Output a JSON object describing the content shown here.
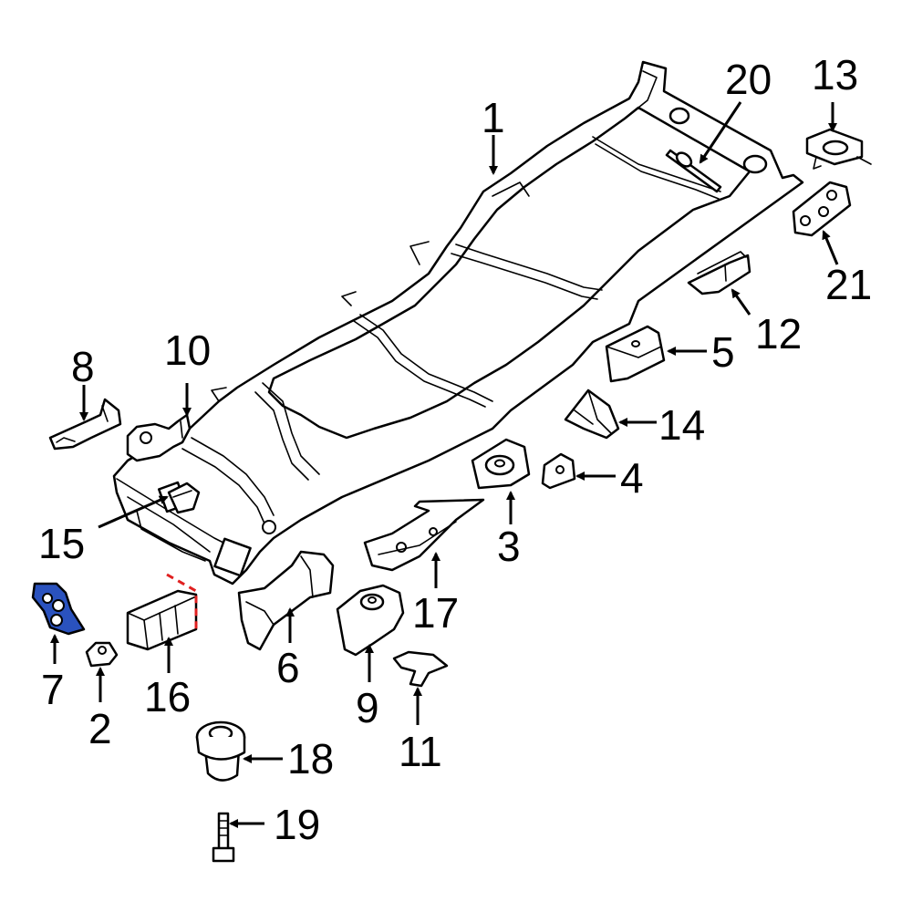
{
  "colors": {
    "line": "#000000",
    "background": "#ffffff",
    "highlight": "#2a52be",
    "cut_line": "#e02020"
  },
  "callouts": {
    "c1": "1",
    "c2": "2",
    "c3": "3",
    "c4": "4",
    "c5": "5",
    "c6": "6",
    "c7": "7",
    "c8": "8",
    "c9": "9",
    "c10": "10",
    "c11": "11",
    "c12": "12",
    "c13": "13",
    "c14": "14",
    "c15": "15",
    "c16": "16",
    "c17": "17",
    "c18": "18",
    "c19": "19",
    "c20": "20",
    "c21": "21"
  },
  "highlighted_part": "7"
}
